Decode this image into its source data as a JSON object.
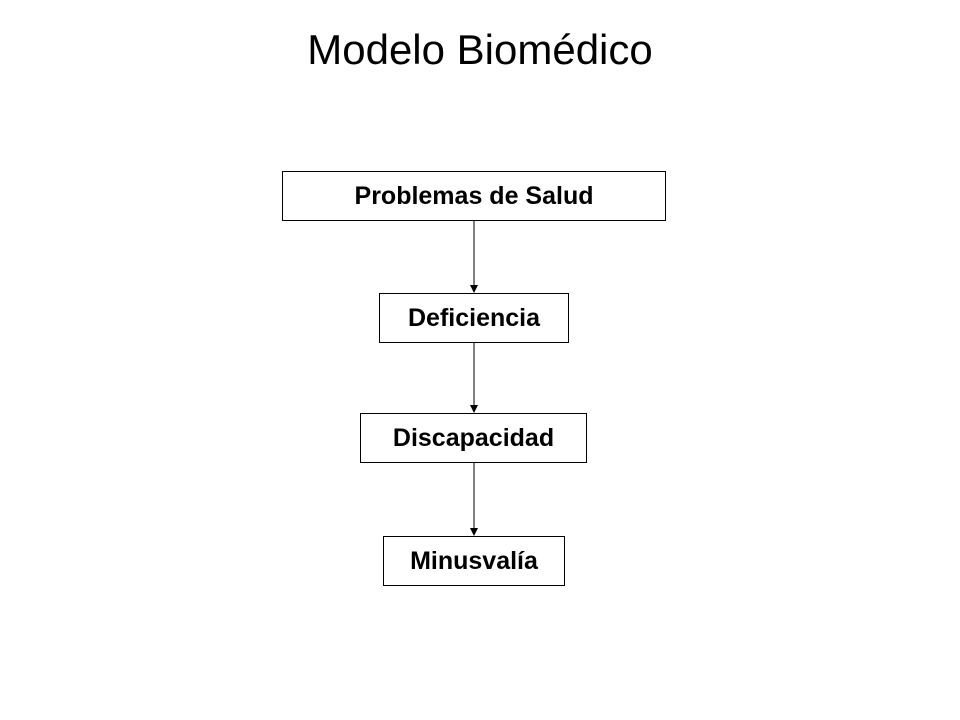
{
  "title": "Modelo Biomédico",
  "nodes": [
    {
      "id": "problemas",
      "label": "Problemas de Salud"
    },
    {
      "id": "deficiencia",
      "label": "Deficiencia"
    },
    {
      "id": "discapacidad",
      "label": "Discapacidad"
    },
    {
      "id": "minusvalia",
      "label": "Minusvalía"
    }
  ],
  "edges": [
    {
      "from": "problemas",
      "to": "deficiencia"
    },
    {
      "from": "deficiencia",
      "to": "discapacidad"
    },
    {
      "from": "discapacidad",
      "to": "minusvalia"
    }
  ],
  "colors": {
    "stroke": "#000000",
    "background": "#ffffff",
    "text": "#000000"
  }
}
